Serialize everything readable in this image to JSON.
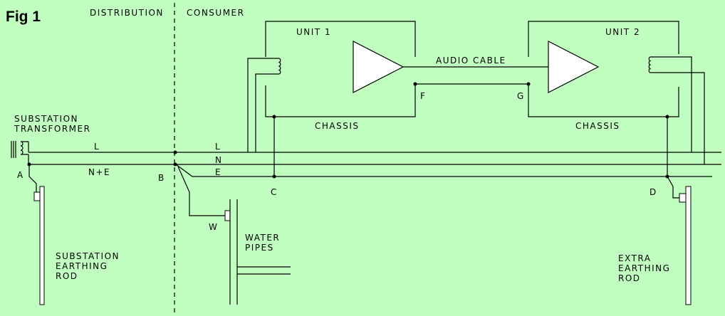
{
  "figure": {
    "title": "Fig 1",
    "regions": {
      "distribution": "DISTRIBUTION",
      "consumer": "CONSUMER"
    }
  },
  "labels": {
    "substation_transformer": [
      "SUBSTATION",
      "TRANSFORMER"
    ],
    "substation_earthing_rod": [
      "SUBSTATION",
      "EARTHING",
      "ROD"
    ],
    "water_pipes": [
      "WATER",
      "PIPES"
    ],
    "extra_earthing_rod": [
      "EXTRA",
      "EARTHING",
      "ROD"
    ],
    "unit1": "UNIT  1",
    "unit2": "UNIT  2",
    "audio_cable": "AUDIO CABLE",
    "chassis1": "CHASSIS",
    "chassis2": "CHASSIS",
    "wire_l_dist": "L",
    "wire_ne_dist": "N+E",
    "wire_l_cons": "L",
    "wire_n_cons": "N",
    "wire_e_cons": "E"
  },
  "points": {
    "A": "A",
    "B": "B",
    "C": "C",
    "D": "D",
    "F": "F",
    "G": "G",
    "W": "W"
  }
}
